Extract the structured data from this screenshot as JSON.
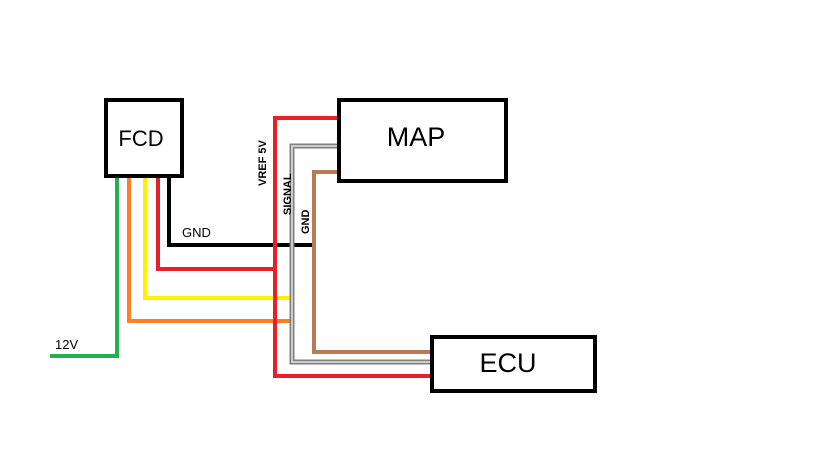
{
  "components": {
    "fcd": "FCD",
    "map": "MAP",
    "ecu": "ECU"
  },
  "labels": {
    "vref": "VREF 5V",
    "signal": "SIGNAL",
    "gnd_map": "GND",
    "gnd_fcd": "GND",
    "power": "12V"
  },
  "colors": {
    "red": "#e8202a",
    "yellow": "#fff200",
    "orange": "#ff7f27",
    "green": "#22b14c",
    "brown": "#b97a57",
    "black": "#000000",
    "gray": "#7f7f7f"
  }
}
